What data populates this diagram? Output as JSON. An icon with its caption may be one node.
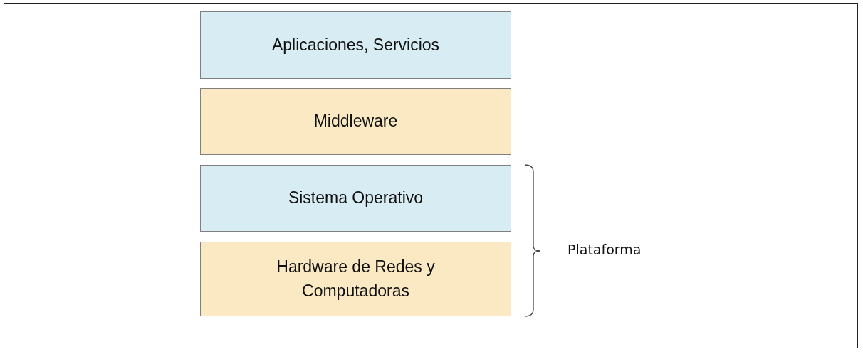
{
  "diagram": {
    "nodes": [
      {
        "text": [
          "Aplicaciones, Servicios"
        ]
      },
      {
        "text": [
          "Middleware"
        ]
      },
      {
        "text": [
          "Sistema Operativo"
        ]
      },
      {
        "text": [
          "Hardware de Redes y Computadoras"
        ]
      }
    ],
    "labels": [
      "Plataforma"
    ]
  }
}
